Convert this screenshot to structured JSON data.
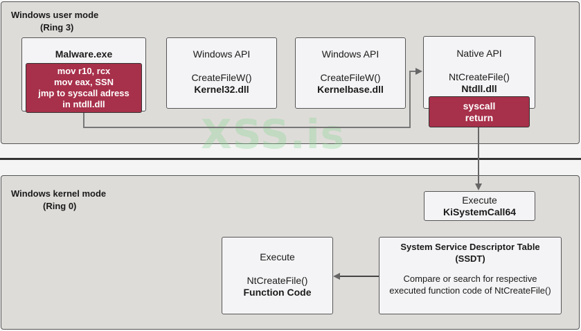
{
  "user_mode": {
    "title": "Windows user mode",
    "subtitle": "(Ring 3)"
  },
  "kernel_mode": {
    "title": "Windows kernel mode",
    "subtitle": "(Ring 0)"
  },
  "malware": {
    "name": "Malware.exe",
    "code": [
      "mov r10, rcx",
      "mov eax, SSN",
      "jmp to syscall adress",
      "in ntdll.dll"
    ]
  },
  "kernel32": {
    "title": "Windows API",
    "func": "CreateFileW()",
    "dll": "Kernel32.dll"
  },
  "kernelbase": {
    "title": "Windows API",
    "func": "CreateFileW()",
    "dll": "Kernelbase.dll"
  },
  "ntdll": {
    "title": "Native API",
    "func": "NtCreateFile()",
    "dll": "Ntdll.dll"
  },
  "syscall": {
    "line1": "syscall",
    "line2": "return"
  },
  "kisystemcall": {
    "line1": "Execute",
    "line2": "KiSystemCall64"
  },
  "ssdt": {
    "title1": "System Service Descriptor Table",
    "title2": "(SSDT)",
    "desc1": "Compare or search for respective",
    "desc2": "executed function code of NtCreateFile()"
  },
  "function_code": {
    "line1": "Execute",
    "line2": "NtCreateFile()",
    "line3": "Function Code"
  },
  "watermark": "XSS.is",
  "colors": {
    "accent_red": "#a7304a",
    "region_bg": "#dedcd9",
    "box_bg": "#f4f4f6"
  }
}
